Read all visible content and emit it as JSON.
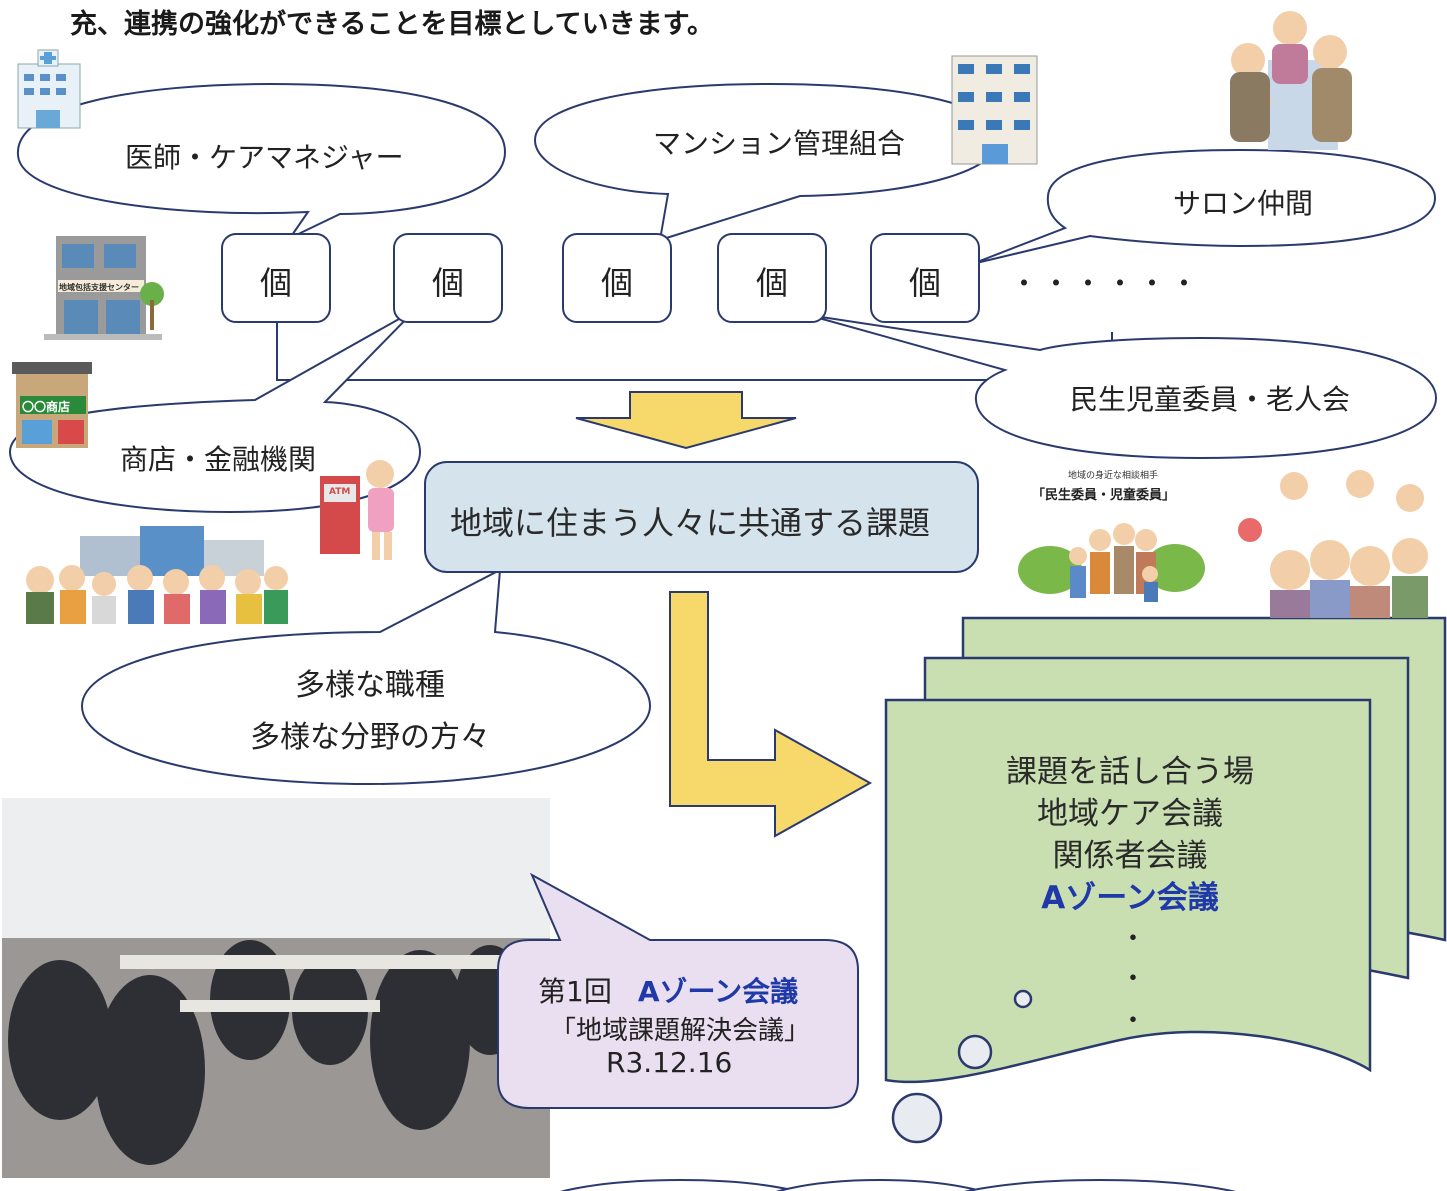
{
  "intro_text": "充、連携の強化ができることを目標としていきます。",
  "individual_label": "個",
  "ellipsis": "・・・・・・",
  "bubbles": {
    "doctor_care": "医師・ケアマネジャー",
    "mansion": "マンション管理組合",
    "salon": "サロン仲間",
    "minsei": "民生児童委員・老人会",
    "shop": "商店・金融機関",
    "diverse_1": "多様な職種",
    "diverse_2": "多様な分野の方々"
  },
  "common_issue": "地域に住まう人々に共通する課題",
  "meeting_card": {
    "line1": "課題を話し合う場",
    "line2": "地域ケア会議",
    "line3": "関係者会議",
    "line4": "Aゾーン会議",
    "dots": "・"
  },
  "photo_callout": {
    "line1_prefix": "第1回",
    "line1_highlight": "Aゾーン会議",
    "line2": "「地域課題解決会議」",
    "line3": "R3.12.16"
  },
  "illustrations": {
    "support_center_sign": "地域包括支援センター",
    "shop_sign": "〇〇商店",
    "atm_sign": "ATM",
    "minsei_poster_small": "地域の身近な相談相手",
    "minsei_poster_title": "「民生委員・児童委員」"
  },
  "colors": {
    "arrow_fill": "#f7d86a",
    "arrow_stroke": "#2b3a6e",
    "card_fill": "#c9dfb2",
    "card_stroke": "#2b3a6e",
    "issue_box_fill": "#d5e3ec",
    "callout_fill": "#eadff0",
    "highlight_blue": "#1f3aa8",
    "outline": "#2b3a6e"
  }
}
